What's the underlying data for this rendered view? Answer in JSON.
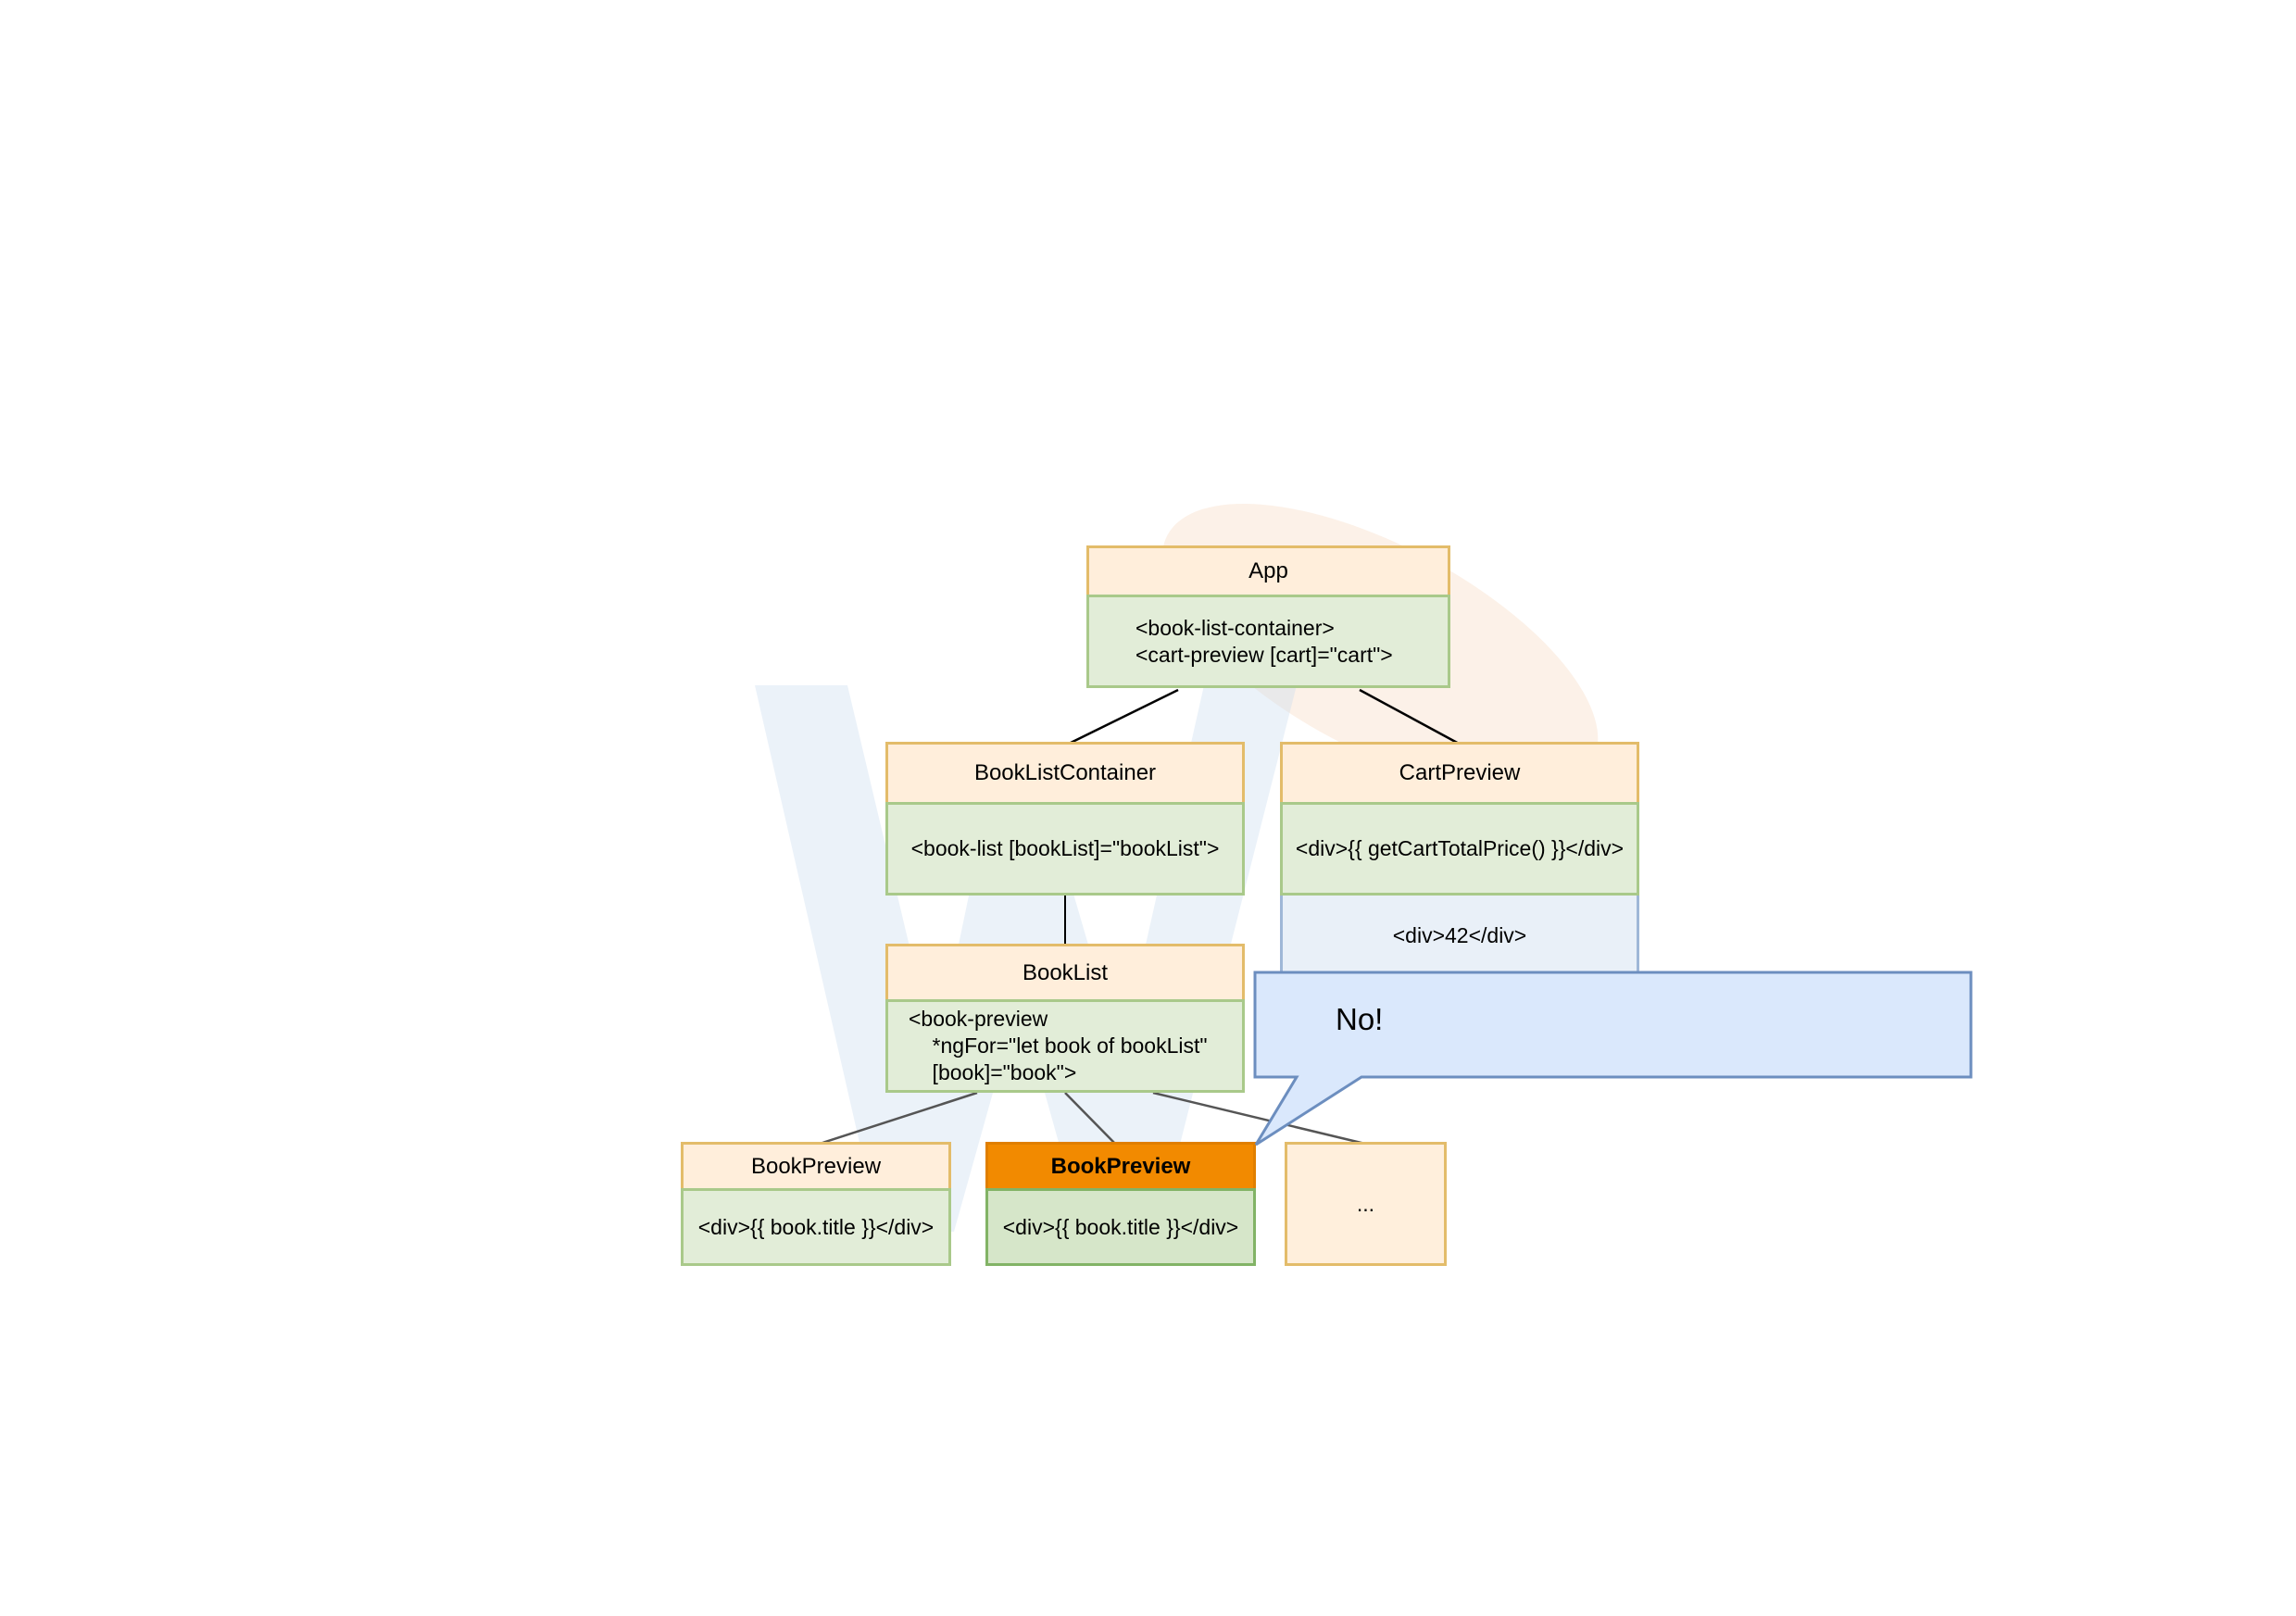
{
  "nodes": {
    "app": {
      "title": "App",
      "body": "<book-list-container>\n<cart-preview [cart]=\"cart\">"
    },
    "book_list_container": {
      "title": "BookListContainer",
      "body": "<book-list [bookList]=\"bookList\">"
    },
    "cart_preview": {
      "title": "CartPreview",
      "body": "<div>{{ getCartTotalPrice() }}</div>",
      "rendered": "<div>42</div>"
    },
    "book_list": {
      "title": "BookList",
      "body": "<book-preview\n    *ngFor=\"let book of bookList\"\n    [book]=\"book\">"
    },
    "book_preview_1": {
      "title": "BookPreview",
      "body": "<div>{{ book.title }}</div>"
    },
    "book_preview_2": {
      "title": "BookPreview",
      "body": "<div>{{ book.title }}</div>"
    },
    "more": {
      "label": "..."
    }
  },
  "callout": {
    "text": "No!"
  },
  "colors": {
    "header_fill": "#ffeedb",
    "header_border": "#e3bc6a",
    "body_fill": "#e2edd8",
    "body_border": "#a9c98a",
    "highlight_header": "#f28a00",
    "highlight_body_border": "#82b366",
    "callout_fill": "#dae8fc",
    "callout_border": "#6c8ebf"
  }
}
